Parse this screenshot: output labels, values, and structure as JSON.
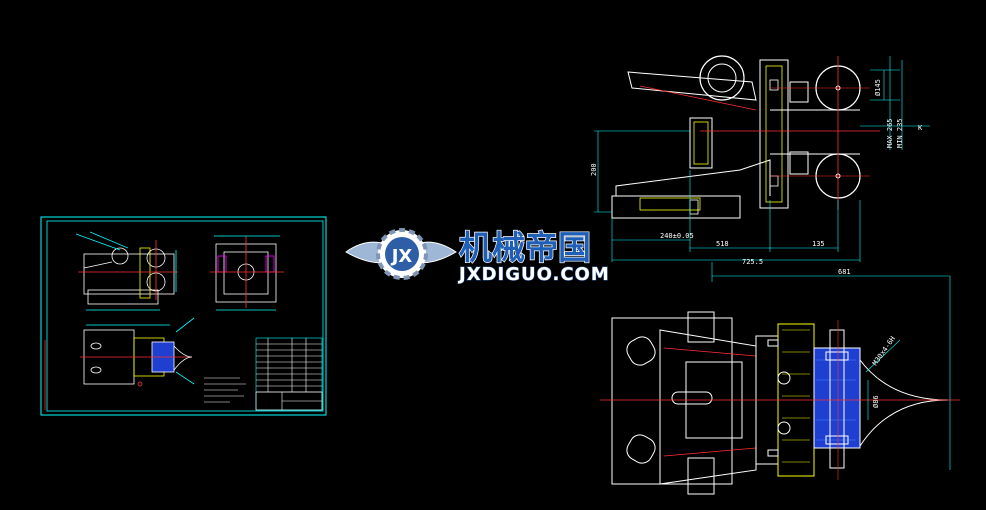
{
  "drawing": {
    "dimensions": {
      "d1": "240±0.05",
      "d2": "518",
      "d3": "135",
      "d4": "725.5",
      "d5": "681",
      "d6": "200",
      "d7": "Ø145",
      "d8": "MAX 265",
      "d9": "MIN 235",
      "d10": "M30x4-6H",
      "d11": "Ø86",
      "d12": "K"
    }
  },
  "watermark": {
    "text_cn": "机械帝国",
    "text_en": "JXDIGUO.COM",
    "logo_letters": "JX"
  },
  "colors": {
    "background": "#000000",
    "frame": "#00ffff",
    "part_outline": "#ffffff",
    "center_line": "#ff3030",
    "hatch": "#ffff00",
    "dimension": "#00ffff",
    "section_fill": "#1f3fd0",
    "accent": "#ff00ff"
  }
}
